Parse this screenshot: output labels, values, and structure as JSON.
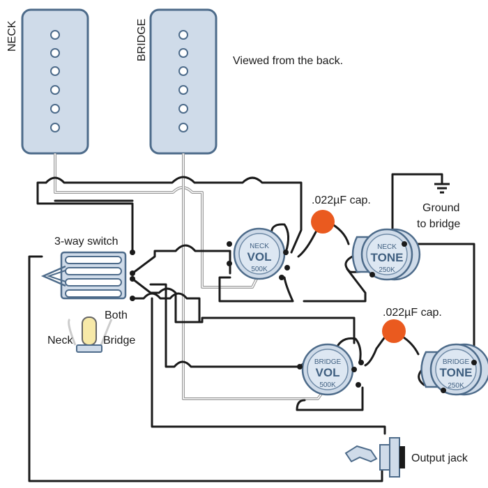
{
  "pickups": {
    "neck_label": "NECK",
    "bridge_label": "BRIDGE"
  },
  "note": "Viewed from the back.",
  "switch": {
    "title": "3-way switch",
    "pos_neck": "Neck",
    "pos_both": "Both",
    "pos_bridge": "Bridge"
  },
  "pots": {
    "neck_vol": {
      "name": "NECK",
      "func": "VOL",
      "value": "500K"
    },
    "neck_tone": {
      "name": "NECK",
      "func": "TONE",
      "value": "250K"
    },
    "bridge_vol": {
      "name": "BRIDGE",
      "func": "VOL",
      "value": "500K"
    },
    "bridge_tone": {
      "name": "BRIDGE",
      "func": "TONE",
      "value": "250K"
    }
  },
  "caps": {
    "upper": ".022µF cap.",
    "lower": ".022µF cap."
  },
  "ground": {
    "line1": "Ground",
    "line2": "to bridge"
  },
  "jack": "Output jack",
  "colors": {
    "pickup_fill": "#cfdbe9",
    "pickup_stroke": "#4d6b8a",
    "capacitor": "#ea5a1f",
    "wire": "#1a1a1a",
    "shield_wire": "#9a9a9a"
  }
}
